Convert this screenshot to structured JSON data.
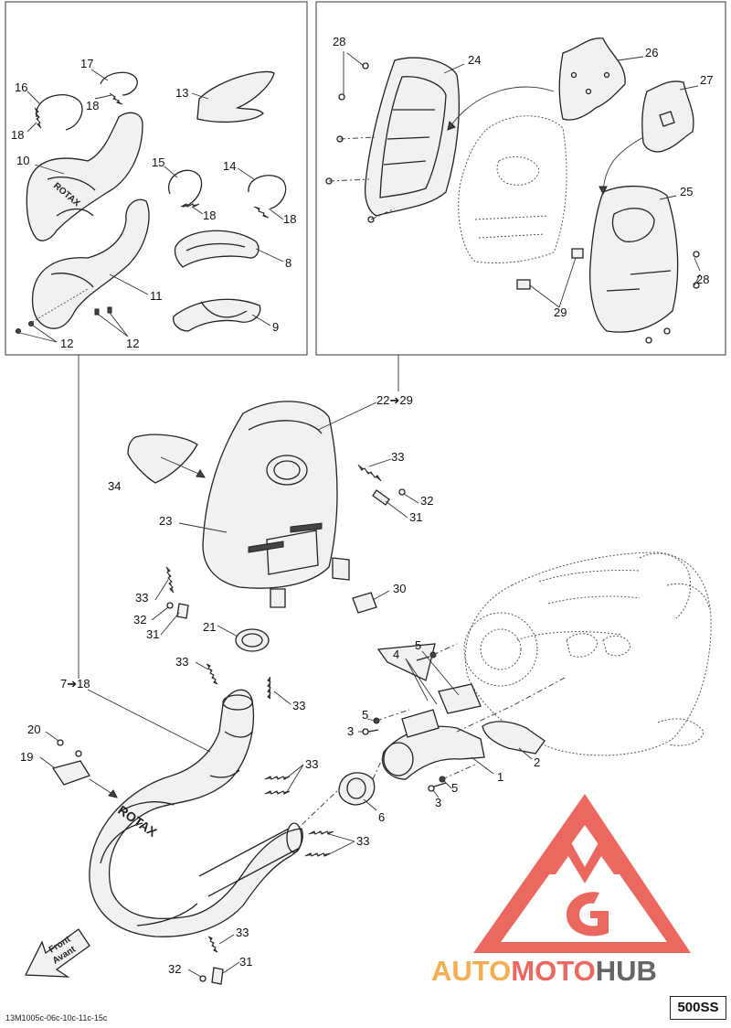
{
  "callouts": {
    "c1": "1",
    "c2": "2",
    "c3": "3",
    "c4": "4",
    "c5": "5",
    "c6": "6",
    "c8": "8",
    "c9": "9",
    "c10": "10",
    "c11": "11",
    "c12": "12",
    "c13": "13",
    "c14": "14",
    "c15": "15",
    "c16": "16",
    "c17": "17",
    "c18": "18",
    "c19": "19",
    "c20": "20",
    "c21": "21",
    "c22_29": "22➔29",
    "c7_18": "7➔18",
    "c23": "23",
    "c24": "24",
    "c25": "25",
    "c26": "26",
    "c27": "27",
    "c28": "28",
    "c29": "29",
    "c30": "30",
    "c31": "31",
    "c32": "32",
    "c33": "33",
    "c34": "34"
  },
  "front_arrow": {
    "line1": "Front",
    "line2": "Avant"
  },
  "muffler_logo": "ROTAX",
  "pipe_logo": "ROTAX",
  "watermark": {
    "auto": "AUTO",
    "moto": "MOTO",
    "hub": "HUB",
    "color": "#e8584f",
    "gray": "#555555"
  },
  "model_badge": "500SS",
  "doc_code": "13M1005c-06c-10c-11c-15c"
}
